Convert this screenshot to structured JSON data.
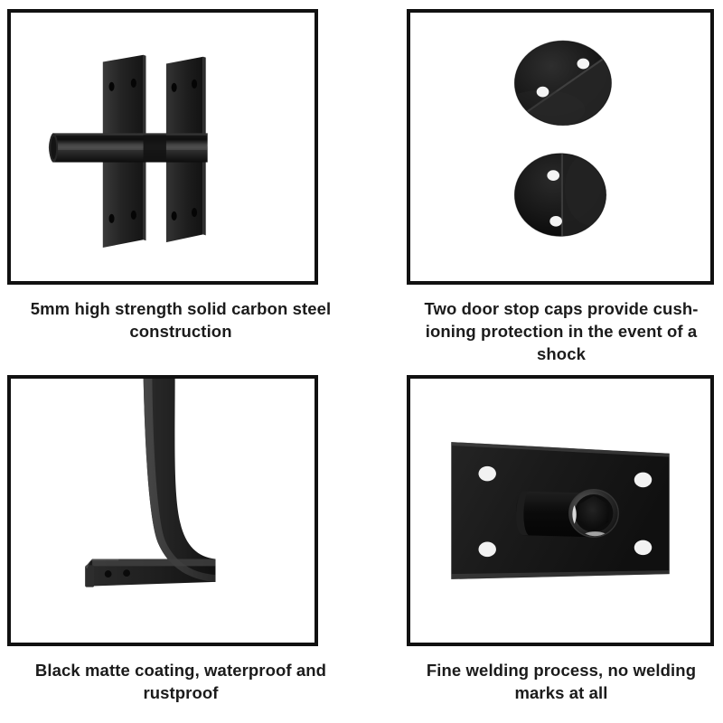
{
  "page": {
    "title": "Product Feature Grid",
    "background_color": "#ffffff",
    "frame_border_color": "#111111",
    "caption_color": "#1b1b1b",
    "product_color": "#1a1a1a"
  },
  "features": [
    {
      "id": "carbon-steel-bracket",
      "caption": "5mm high strength solid carbon steel\nconstruction",
      "image_alt": "Black steel wall bracket with two mounting plates and a cylindrical rod",
      "position": "top-left"
    },
    {
      "id": "door-stop-caps",
      "caption": "Two door stop caps provide cush-\nioning protection in the event of a\nshock",
      "image_alt": "Two round black door stop caps each with two screw holes",
      "position": "top-right"
    },
    {
      "id": "matte-coating",
      "caption": "Black matte coating, waterproof and\nrustproof",
      "image_alt": "Curved black matte coated steel bar with two holes in the end face",
      "position": "bottom-left"
    },
    {
      "id": "fine-welding",
      "caption": "Fine welding process, no welding\nmarks at all",
      "image_alt": "Rectangular black mounting plate with four screw holes and a welded hex boss",
      "position": "bottom-right"
    }
  ]
}
